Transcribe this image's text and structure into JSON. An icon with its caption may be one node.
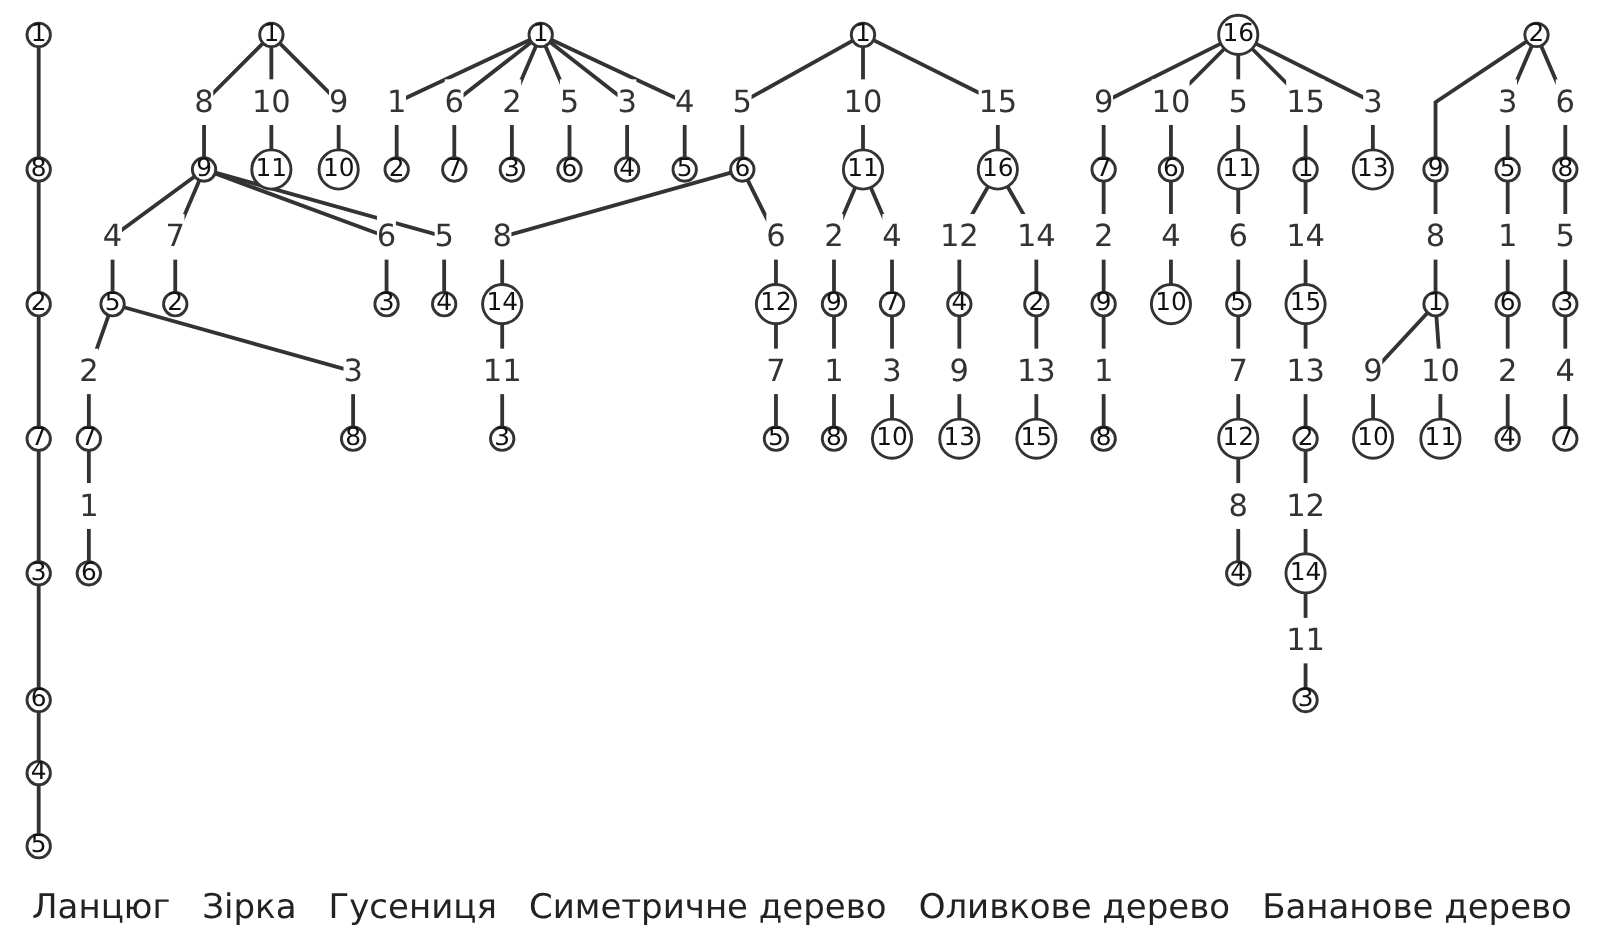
{
  "diagram": {
    "nodes": [
      {
        "text": [
          "1"
        ]
      },
      {
        "text": [
          "8"
        ]
      },
      {
        "text": [
          "2"
        ]
      },
      {
        "text": [
          "7"
        ]
      },
      {
        "text": [
          "3"
        ]
      },
      {
        "text": [
          "6"
        ]
      },
      {
        "text": [
          "4"
        ]
      },
      {
        "text": [
          "5"
        ]
      },
      {
        "text": [
          "1"
        ]
      },
      {
        "text": [
          "9"
        ]
      },
      {
        "text": [
          "5"
        ]
      },
      {
        "text": [
          "7"
        ]
      },
      {
        "text": [
          "11"
        ]
      },
      {
        "text": [
          "10"
        ]
      },
      {
        "text": [
          "2"
        ]
      },
      {
        "text": [
          "3"
        ]
      },
      {
        "text": [
          "4"
        ]
      },
      {
        "text": [
          "8"
        ]
      },
      {
        "text": [
          "6"
        ]
      },
      {
        "text": [
          "2"
        ]
      },
      {
        "text": [
          "7"
        ]
      },
      {
        "text": [
          "3"
        ]
      },
      {
        "text": [
          "1"
        ]
      },
      {
        "text": [
          "6"
        ]
      },
      {
        "text": [
          "4"
        ]
      },
      {
        "text": [
          "5"
        ]
      },
      {
        "text": [
          "1"
        ]
      },
      {
        "text": [
          "6"
        ]
      },
      {
        "text": [
          "11"
        ]
      },
      {
        "text": [
          "16"
        ]
      },
      {
        "text": [
          "14"
        ]
      },
      {
        "text": [
          "12"
        ]
      },
      {
        "text": [
          "9"
        ]
      },
      {
        "text": [
          "7"
        ]
      },
      {
        "text": [
          "4"
        ]
      },
      {
        "text": [
          "2"
        ]
      },
      {
        "text": [
          "3"
        ]
      },
      {
        "text": [
          "5"
        ]
      },
      {
        "text": [
          "8"
        ]
      },
      {
        "text": [
          "10"
        ]
      },
      {
        "text": [
          "13"
        ]
      },
      {
        "text": [
          "15"
        ]
      },
      {
        "text": [
          "8"
        ]
      },
      {
        "text": [
          "4"
        ]
      },
      {
        "text": [
          "12"
        ]
      },
      {
        "text": [
          "9"
        ]
      },
      {
        "text": [
          "10"
        ]
      },
      {
        "text": [
          "5"
        ]
      },
      {
        "text": [
          "7"
        ]
      },
      {
        "text": [
          "3"
        ]
      },
      {
        "text": [
          "6"
        ]
      },
      {
        "text": [
          "14"
        ]
      },
      {
        "text": [
          "2"
        ]
      },
      {
        "text": [
          "11"
        ]
      },
      {
        "text": [
          "15"
        ]
      },
      {
        "text": [
          "1"
        ]
      },
      {
        "text": [
          "13"
        ]
      },
      {
        "text": [
          "16"
        ]
      },
      {
        "text": [
          "2"
        ]
      },
      {
        "text": [
          "5"
        ]
      },
      {
        "text": [
          "8"
        ]
      },
      {
        "text": [
          "9"
        ]
      },
      {
        "text": [
          "6"
        ]
      },
      {
        "text": [
          "3"
        ]
      },
      {
        "text": [
          "1"
        ]
      },
      {
        "text": [
          "10"
        ]
      },
      {
        "text": [
          "11"
        ]
      },
      {
        "text": [
          "4"
        ]
      },
      {
        "text": [
          "7"
        ]
      }
    ],
    "edges": [
      {
        "from": 0,
        "to": 1,
        "arrow": "none"
      },
      {
        "from": 1,
        "to": 2,
        "arrow": "none"
      },
      {
        "from": 2,
        "to": 3,
        "arrow": "none"
      },
      {
        "from": 3,
        "to": 4,
        "arrow": "none"
      },
      {
        "from": 4,
        "to": 5,
        "arrow": "none"
      },
      {
        "from": 5,
        "to": 6,
        "arrow": "none"
      },
      {
        "from": 6,
        "to": 7,
        "arrow": "none"
      },
      {
        "from": 8,
        "to": 9,
        "arrow": "none",
        "label": "8"
      },
      {
        "from": 9,
        "to": 10,
        "arrow": "none",
        "label": "4"
      },
      {
        "from": 10,
        "to": 11,
        "arrow": "none",
        "label": "2"
      },
      {
        "from": 8,
        "to": 12,
        "arrow": "none",
        "label": "10"
      },
      {
        "from": 8,
        "to": 13,
        "arrow": "none",
        "label": "9"
      },
      {
        "from": 9,
        "to": 14,
        "arrow": "none",
        "label": "7"
      },
      {
        "from": 9,
        "to": 15,
        "arrow": "none",
        "label": "6"
      },
      {
        "from": 9,
        "to": 16,
        "arrow": "none",
        "label": "5"
      },
      {
        "from": 10,
        "to": 17,
        "arrow": "none",
        "label": "3"
      },
      {
        "from": 11,
        "to": 18,
        "arrow": "none",
        "label": "1"
      },
      {
        "from": 22,
        "to": 19,
        "arrow": "none",
        "label": "1"
      },
      {
        "from": 22,
        "to": 21,
        "arrow": "none",
        "label": "2"
      },
      {
        "from": 22,
        "to": 24,
        "arrow": "none",
        "label": "3"
      },
      {
        "from": 22,
        "to": 25,
        "arrow": "none",
        "label": "4"
      },
      {
        "from": 22,
        "to": 23,
        "arrow": "none",
        "label": "5"
      },
      {
        "from": 22,
        "to": 20,
        "arrow": "none",
        "label": "6"
      },
      {
        "from": 26,
        "to": 27,
        "arrow": "none",
        "label": "5"
      },
      {
        "from": 26,
        "to": 28,
        "arrow": "none",
        "label": "10"
      },
      {
        "from": 26,
        "to": 29,
        "arrow": "none",
        "label": "15"
      },
      {
        "from": 27,
        "to": 30,
        "arrow": "none",
        "label": "8"
      },
      {
        "from": 27,
        "to": 31,
        "arrow": "none",
        "label": "6"
      },
      {
        "from": 28,
        "to": 32,
        "arrow": "none",
        "label": "2"
      },
      {
        "from": 28,
        "to": 33,
        "arrow": "none",
        "label": "4"
      },
      {
        "from": 29,
        "to": 34,
        "arrow": "none",
        "label": "12"
      },
      {
        "from": 29,
        "to": 35,
        "arrow": "none",
        "label": "14"
      },
      {
        "from": 30,
        "to": 36,
        "arrow": "none",
        "label": "11"
      },
      {
        "from": 31,
        "to": 37,
        "arrow": "none",
        "label": "7"
      },
      {
        "from": 32,
        "to": 38,
        "arrow": "none",
        "label": "1"
      },
      {
        "from": 33,
        "to": 39,
        "arrow": "none",
        "label": "3"
      },
      {
        "from": 34,
        "to": 40,
        "arrow": "none",
        "label": "9"
      },
      {
        "from": 35,
        "to": 41,
        "arrow": "none",
        "label": "13"
      },
      {
        "from": 57,
        "to": 56,
        "arrow": "none",
        "label": "3"
      },
      {
        "from": 57,
        "to": 50,
        "arrow": "none",
        "label": "10"
      },
      {
        "from": 50,
        "to": 46,
        "arrow": "none",
        "label": "4"
      },
      {
        "from": 57,
        "to": 48,
        "arrow": "none",
        "label": "9"
      },
      {
        "from": 48,
        "to": 45,
        "arrow": "none",
        "label": "2"
      },
      {
        "from": 45,
        "to": 42,
        "arrow": "none",
        "label": "1"
      },
      {
        "from": 57,
        "to": 53,
        "arrow": "none",
        "label": "5"
      },
      {
        "from": 53,
        "to": 47,
        "arrow": "none",
        "label": "6"
      },
      {
        "from": 47,
        "to": 44,
        "arrow": "none",
        "label": "7"
      },
      {
        "from": 44,
        "to": 43,
        "arrow": "none",
        "label": "8"
      },
      {
        "from": 57,
        "to": 55,
        "arrow": "none",
        "label": "15"
      },
      {
        "from": 55,
        "to": 54,
        "arrow": "none",
        "label": "14"
      },
      {
        "from": 54,
        "to": 52,
        "arrow": "none",
        "label": "13"
      },
      {
        "from": 52,
        "to": 51,
        "arrow": "none",
        "label": "12"
      },
      {
        "from": 51,
        "to": 49,
        "arrow": "none",
        "label": "11"
      },
      {
        "from": 58,
        "to": 59,
        "arrow": "none",
        "label": "3"
      },
      {
        "from": 58,
        "to": 60,
        "arrow": "none",
        "label": "6"
      },
      {
        "from": 58,
        "to": 61,
        "arrow": "none"
      },
      {
        "from": 59,
        "to": 62,
        "arrow": "none",
        "label": "1"
      },
      {
        "from": 62,
        "to": 67,
        "arrow": "none",
        "label": "2"
      },
      {
        "from": 60,
        "to": 63,
        "arrow": "none",
        "label": "5"
      },
      {
        "from": 63,
        "to": 68,
        "arrow": "none",
        "label": "4"
      },
      {
        "from": 61,
        "to": 64,
        "arrow": "none",
        "label": "8"
      },
      {
        "from": 64,
        "to": 65,
        "arrow": "none",
        "label": "9"
      },
      {
        "from": 64,
        "to": 66,
        "arrow": "none",
        "label": "10"
      }
    ],
    "labels": [
      "Ланцюг",
      "Зірка",
      "Гусениця",
      "Симетричне дерево",
      "Оливкове дерево",
      "Бананове дерево"
    ]
  }
}
